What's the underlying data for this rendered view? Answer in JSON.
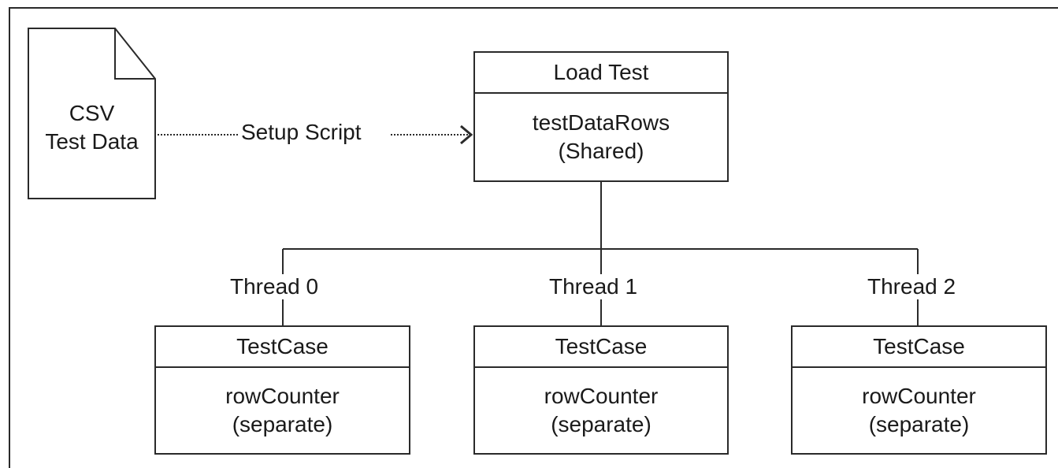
{
  "document": {
    "lines": [
      "CSV",
      "Test Data"
    ]
  },
  "arrow_label": "Setup Script",
  "load_test": {
    "title": "Load Test",
    "body": [
      "testDataRows",
      "(Shared)"
    ]
  },
  "threads": [
    {
      "label": "Thread 0",
      "title": "TestCase",
      "body": [
        "rowCounter",
        "(separate)"
      ]
    },
    {
      "label": "Thread 1",
      "title": "TestCase",
      "body": [
        "rowCounter",
        "(separate)"
      ]
    },
    {
      "label": "Thread 2",
      "title": "TestCase",
      "body": [
        "rowCounter",
        "(separate)"
      ]
    }
  ],
  "colors": {
    "stroke": "#2a2a2a",
    "text": "#1a1a1a",
    "background": "#ffffff"
  }
}
